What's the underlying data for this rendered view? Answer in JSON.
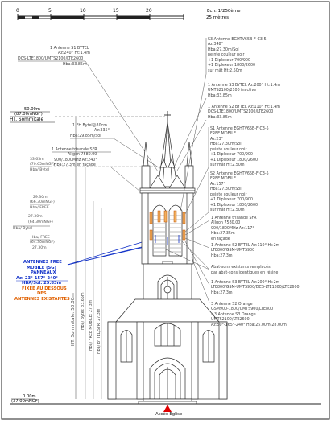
{
  "scale": {
    "echelle_label": "Ech: 1/250ème",
    "metres_label": "25 mètres",
    "ticks": [
      "0",
      "5",
      "10",
      "15",
      "20"
    ]
  },
  "left_levels": {
    "summit_value": "50.00m",
    "summit_ngf": "(87.00mNGF)",
    "summit_label": "HT. Sommitale",
    "bytel_value": "33.65m",
    "bytel_ngf": "(70.65mNGF)",
    "bytel_label": "Hba/ Bytel",
    "free_value": "29.30m",
    "free_ngf": "(66.30mNGF)",
    "free_label": "Hba/ FREE",
    "sfr_value": "27.30m",
    "sfr_ngf": "(64.30mNGF)",
    "sfr_label": "Hba/ Bytel",
    "ground_value": "0.00m",
    "ground_ngf": "(37.00mNGF)"
  },
  "left_callouts": {
    "s1_bytel": [
      "1 Antenne S1 BYTEL",
      "Az:240° Ht:1.4m",
      "DCS-LTE1800/UMTS2100/LTE2600",
      "Hba:33.85m"
    ],
    "fh_bytel": [
      "1 FH Bytel@30cm",
      "Az:335°",
      "Hba:29.85m/Sol"
    ],
    "sfr_trisec": [
      "1 Antenne trisande SFR",
      "Allgon 7580.00",
      "900/1800MHz Az:240°",
      "Hba:27.3m en façade"
    ],
    "hba_free": [
      "Hba/ FREE",
      "(64.30mNGF)",
      "27.30m"
    ]
  },
  "free_block": {
    "line1": "ANTENNES FREE",
    "line2": "MOBILE (SG)",
    "line3": "PANNEAUX",
    "line4": "Az: 23°-157°-240°",
    "line5": "HBA/Sol: 25.83m",
    "line6": "FIXEE AU DESSOUS",
    "line7": "DES",
    "line8": "ANTENNES EXISTANTES"
  },
  "right_callouts": {
    "s3_orange": [
      "S3 Antenne EGHTV65B-F-C3-5",
      "Az:348°",
      "Hba:27.30m/Sol",
      "peinte couleur noir",
      "+1 Diplexeur 700/900",
      "+1 Diplexeur 1800/2600",
      "sur mât Ht:2.50m"
    ],
    "s3_bytel": [
      "1 Antenne S3 BYTEL Az:200° Ht:1.4m",
      "UMTS2100/2100 inactive",
      "Hba:33.85m"
    ],
    "s2_bytel": [
      "1 Antenne S2 BYTEL Az:110° Ht:1.4m",
      "DCS-LTE1800/UMTS2100/LTE2600",
      "Hba:33.85m"
    ],
    "s1_free": [
      "S1 Antenne EGHTV65B-F-C3-5",
      "FREE MOBILE",
      "Az:23°",
      "Hba:27.30m/Sol",
      "peinte couleur noir",
      "+1 Diplexeur 700/900",
      "+1 Diplexeur 1800/2600",
      "sur mât Ht:2.50m"
    ],
    "s2_free": [
      "S2 Antenne EGHTV65B-F-C3-5",
      "FREE MOBILE",
      "Az:157°",
      "Hba:27.30m/Sol",
      "peinte couleur noir",
      "+1 Diplexeur 700/900",
      "+1 Diplexeur 1800/2600",
      "sur mât Ht:2.50m"
    ],
    "sfr_trisec": [
      "1 Antenne trisande SFR",
      "Allgon 7580.00",
      "900/1800MHz Az:117°",
      "Hba:27.35m",
      "en façade"
    ],
    "s2_sfr": [
      "1 Antenne S2 BYTEL Az:110° Ht:2m",
      "LTE800/GSM-UMTS900",
      "Hba:27.3m"
    ],
    "abatsons": [
      "Abat-sons existants remplacés",
      "par abat-sons identiques en résine"
    ],
    "s3_sfr": [
      "1 Antenne S3 BYTEL Az:200° Ht:2m",
      "LTE800/GSM-UMTS900/DCS-LTE1800/LTE2600",
      "Hba:27.3m"
    ],
    "orange": [
      "3 Antenne S2 Orange",
      "GSM900-1800/UMTS900/LTE800",
      "+3 Antenne S3 Orange",
      "UMTS2100/LTE2600",
      "Az:50°-165°-240° Hba:25.00m-28.00m"
    ]
  },
  "vertical_dims": {
    "summit": "HT. Sommitale: 50.00m",
    "bytel": "Hba/ Bytel: 33.65m",
    "free": "Hba/ FREE MOBILE: 27.3m",
    "sfr": "Hba/ BYTEL/SFR: 27.3m"
  },
  "footer": {
    "access_label": "Accès Eglise"
  },
  "colors": {
    "line": "#2a2a2a",
    "leader": "#333333",
    "blue": "#1030c8",
    "orange": "#e06000",
    "red": "#e00000",
    "free_fill": "#f0b060",
    "grey": "#888888"
  }
}
